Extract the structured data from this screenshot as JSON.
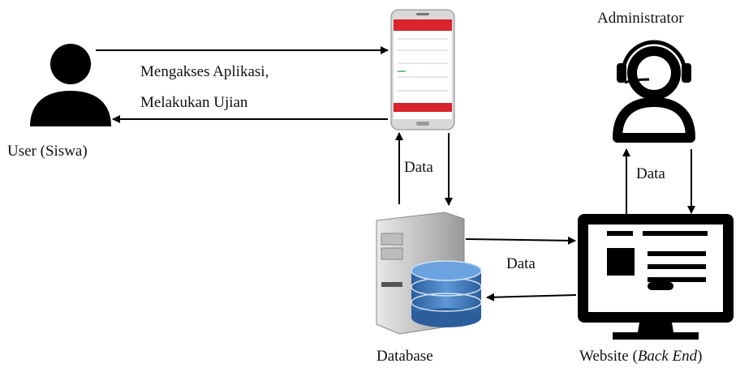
{
  "nodes": {
    "user": {
      "label": "User (Siswa)",
      "icon": "person-icon"
    },
    "phone": {
      "icon": "smartphone-app-icon"
    },
    "administrator": {
      "label": "Administrator",
      "icon": "headset-admin-icon"
    },
    "database": {
      "label": "Database",
      "icon": "database-server-icon"
    },
    "website": {
      "label_prefix": "Website (",
      "label_italic": "Back End",
      "label_suffix": ")",
      "icon": "monitor-website-icon"
    }
  },
  "edges": {
    "user_phone": {
      "label_line1": "Mengakses Aplikasi,",
      "label_line2": "Melakukan Ujian"
    },
    "phone_database": {
      "label": "Data"
    },
    "admin_website": {
      "label": "Data"
    },
    "database_website": {
      "label": "Data"
    }
  },
  "colors": {
    "stroke": "#000000",
    "phone_header": "#d9232d",
    "db_blue": "#3f78b8",
    "server_gray": "#c9c9c9"
  }
}
